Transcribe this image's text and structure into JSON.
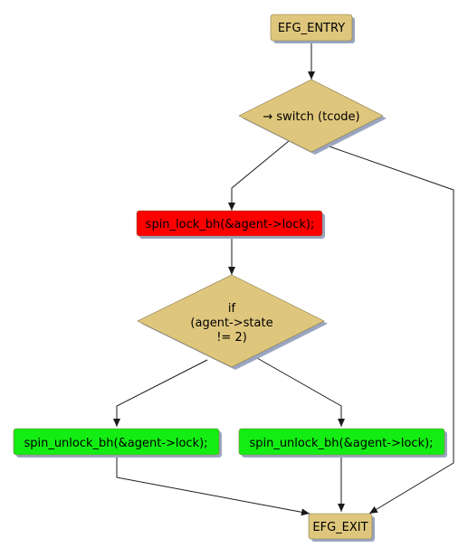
{
  "nodes": {
    "entry": {
      "label": "EFG_ENTRY",
      "fill": "#dec67c"
    },
    "switch": {
      "label": "→ switch (tcode)",
      "fill": "#dec67c"
    },
    "lock": {
      "label": "spin_lock_bh(&agent->lock);",
      "fill": "#fe0000"
    },
    "cond": {
      "lines": [
        "if",
        "(agent->state",
        "!= 2)"
      ],
      "fill": "#dec67c"
    },
    "unlock_left": {
      "label": "spin_unlock_bh(&agent->lock);",
      "fill": "#13ed13"
    },
    "unlock_right": {
      "label": "spin_unlock_bh(&agent->lock);",
      "fill": "#13ed13"
    },
    "exit": {
      "label": "EFG_EXIT",
      "fill": "#dec67c"
    }
  },
  "colors": {
    "shadow": "#9aa6c0",
    "edge": "#1a1a1a",
    "border": "#8a7a4a"
  }
}
